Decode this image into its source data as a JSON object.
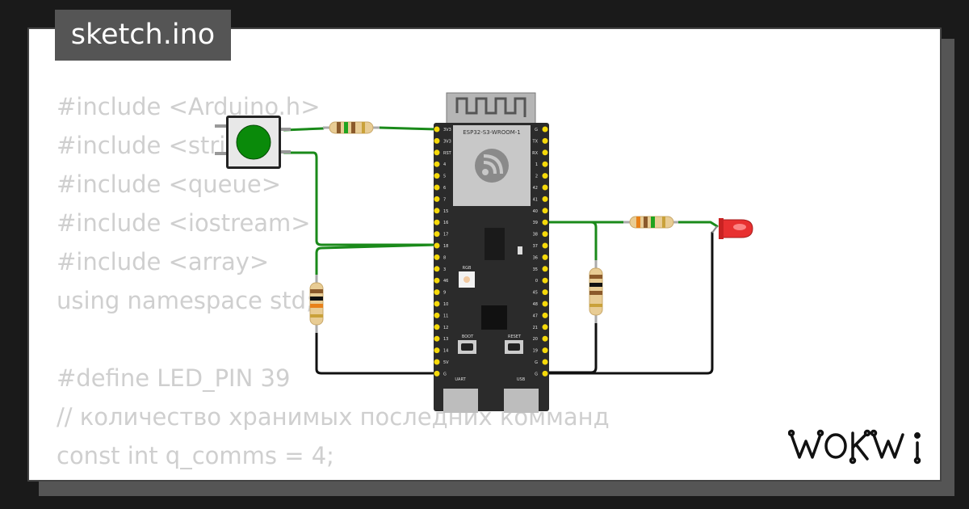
{
  "card": {
    "title": "sketch.ino",
    "code_lines": [
      "#include <Arduino.h>",
      "#include <string>",
      "#include <queue>",
      "#include <iostream>",
      "#include <array>",
      "using namespace std;",
      "",
      "#define LED_PIN 39",
      "// количество хранимых последних комманд",
      "const int q_comms = 4;",
      "//"
    ]
  },
  "board": {
    "module_label": "ESP32-S3-WROOM-1",
    "left_pins": [
      "3V3",
      "3V3",
      "RST",
      "4",
      "5",
      "6",
      "7",
      "15",
      "16",
      "17",
      "18",
      "8",
      "3",
      "46",
      "9",
      "10",
      "11",
      "12",
      "13",
      "14",
      "5V",
      "G"
    ],
    "right_pins": [
      "G",
      "TX",
      "RX",
      "1",
      "2",
      "42",
      "41",
      "40",
      "39",
      "38",
      "37",
      "36",
      "35",
      "0",
      "45",
      "48",
      "47",
      "21",
      "20",
      "19",
      "G",
      "G"
    ],
    "rgb_label": "RGB",
    "boot_label": "BOOT",
    "reset_label": "RESET",
    "uart_label": "UART",
    "usb_label": "USB"
  },
  "brand": {
    "logo_text": "WOKWi"
  },
  "colors": {
    "background": "#1a1a1a",
    "card": "#ffffff",
    "tab": "#555555",
    "code_text": "#cfcfcf",
    "board": "#2b2b2b",
    "pin": "#f5d90a",
    "wire_green": "#1a8a1a",
    "wire_black": "#111111",
    "button_green": "#0a8a0a",
    "led_red": "#e83030"
  }
}
